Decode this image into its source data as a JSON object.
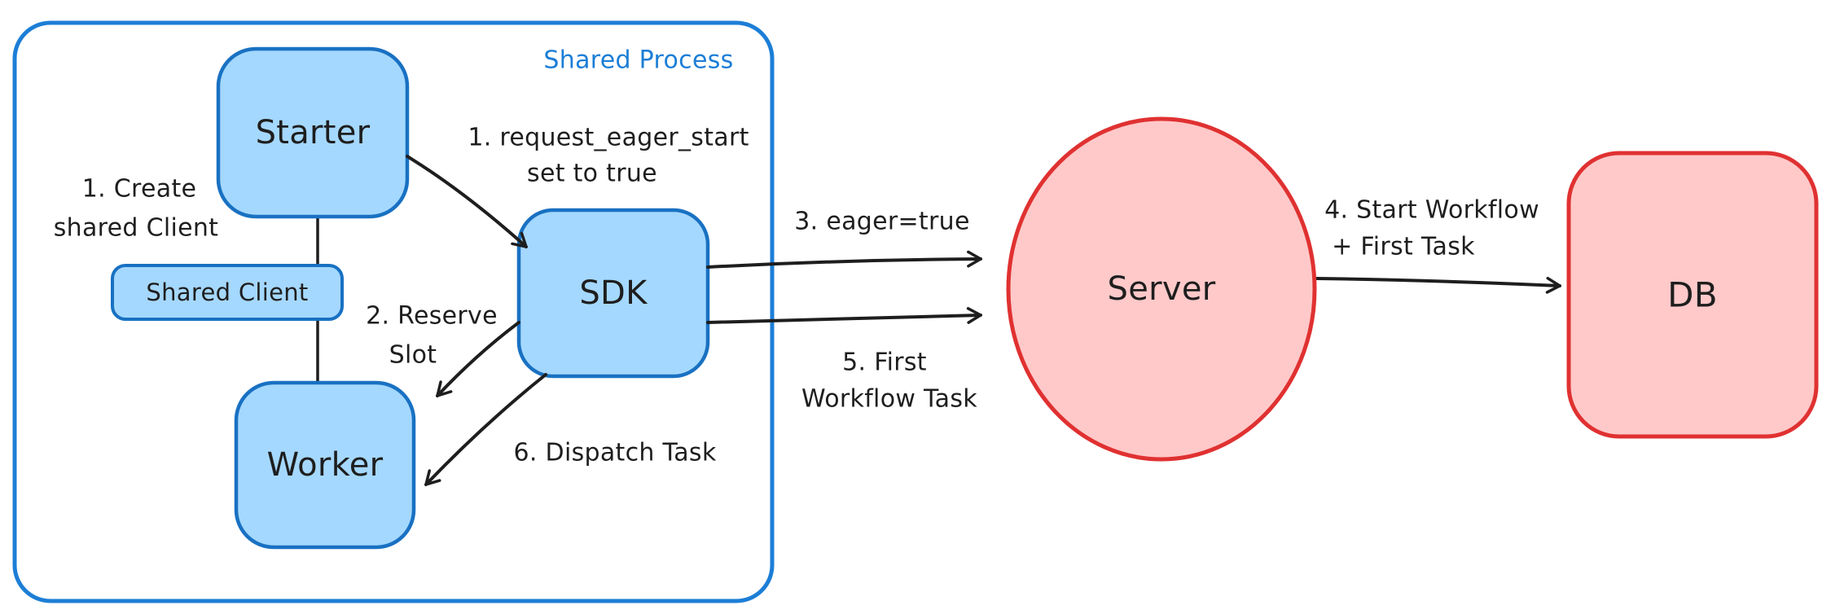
{
  "colors": {
    "frame_blue": "#1c7ed6",
    "node_blue_stroke": "#1971c2",
    "node_blue_fill": "#a5d8ff",
    "red_stroke": "#e03131",
    "red_fill": "#ffc9c9",
    "ink": "#1e1e1e",
    "background": "#ffffff"
  },
  "frame": {
    "label": "Shared Process"
  },
  "nodes": {
    "starter": {
      "label": "Starter"
    },
    "shared_client": {
      "label": "Shared Client"
    },
    "worker": {
      "label": "Worker"
    },
    "sdk": {
      "label": "SDK"
    },
    "server": {
      "label": "Server"
    },
    "db": {
      "label": "DB"
    }
  },
  "annotations": {
    "create_shared_client": {
      "line1": "1. Create",
      "line2": "shared Client"
    },
    "request_eager_start": {
      "line1": "1. request_eager_start",
      "line2": "set to true"
    },
    "reserve_slot": {
      "line1": "2. Reserve",
      "line2": "Slot"
    },
    "eager_true": {
      "text": "3. eager=true"
    },
    "start_workflow_db": {
      "line1": "4. Start Workflow",
      "line2": "+ First Task"
    },
    "first_workflow_task": {
      "line1": "5. First",
      "line2": "Workflow Task"
    },
    "dispatch_task": {
      "text": "6. Dispatch Task"
    }
  }
}
